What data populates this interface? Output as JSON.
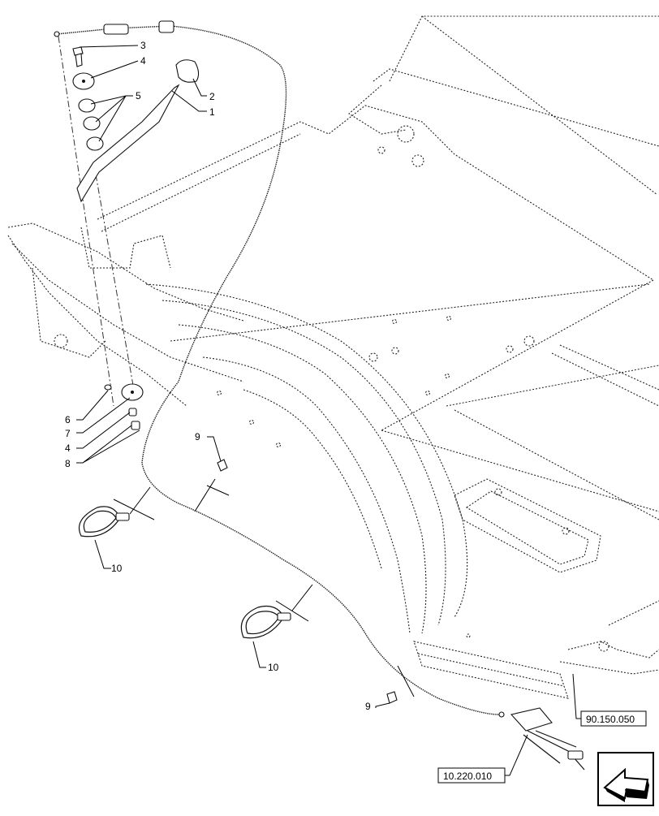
{
  "callouts": {
    "c1": "1",
    "c2": "2",
    "c3": "3",
    "c4a": "4",
    "c4b": "4",
    "c5": "5",
    "c6": "6",
    "c7": "7",
    "c8": "8",
    "c9a": "9",
    "c9b": "9",
    "c10a": "10",
    "c10b": "10"
  },
  "references": {
    "ref_a": "90.150.050",
    "ref_b": "10.220.010"
  },
  "nav": {
    "icon": "next-page-arrow-icon"
  }
}
